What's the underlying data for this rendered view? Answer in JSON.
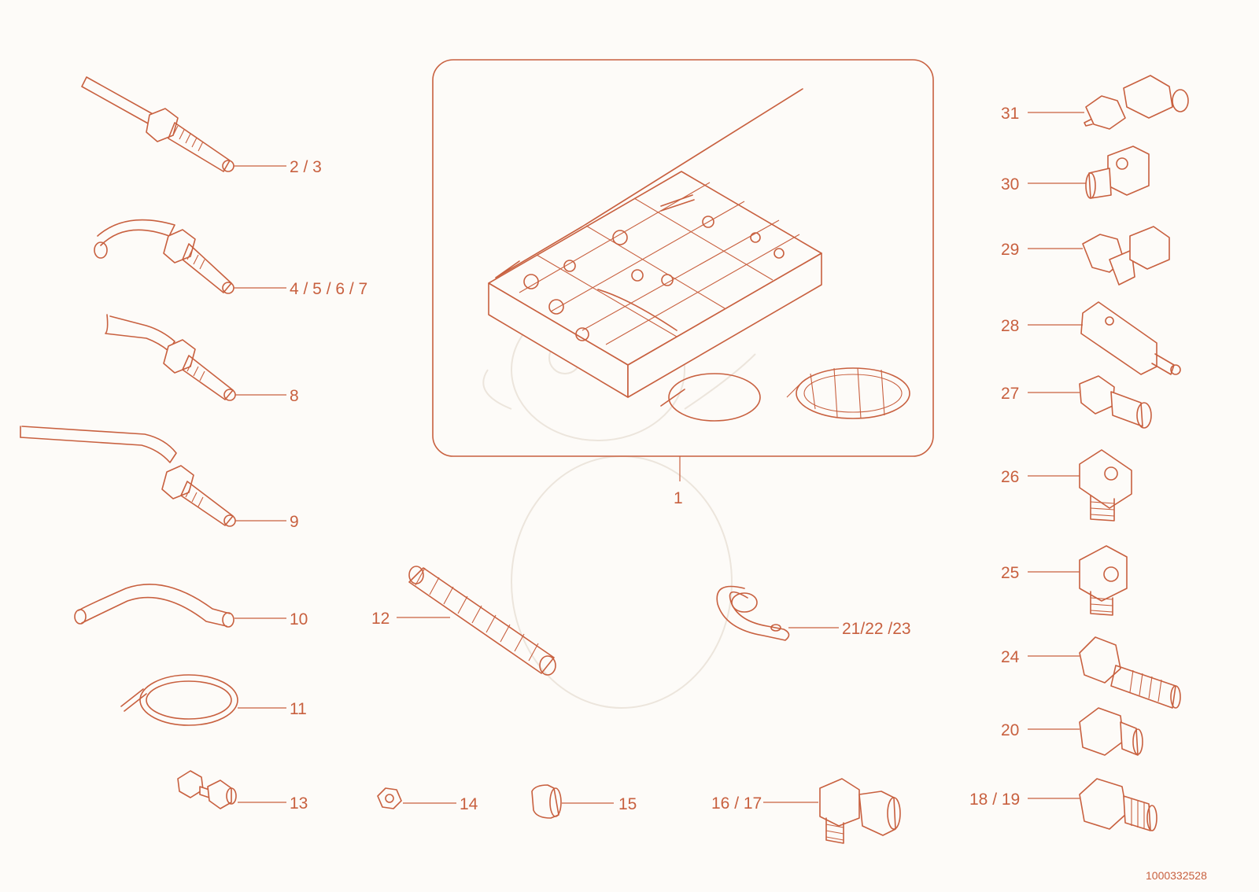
{
  "callouts": {
    "c1": "1",
    "c2_3": "2 / 3",
    "c4_7": "4 / 5 / 6 / 7",
    "c8": "8",
    "c9": "9",
    "c10": "10",
    "c11": "11",
    "c12": "12",
    "c13": "13",
    "c14": "14",
    "c15": "15",
    "c16_17": "16 / 17",
    "c18_19": "18 / 19",
    "c20": "20",
    "c21_23": "21/22 /23",
    "c24": "24",
    "c25": "25",
    "c26": "26",
    "c27": "27",
    "c28": "28",
    "c29": "29",
    "c30": "30",
    "c31": "31"
  },
  "document_id": "1000332528",
  "colors": {
    "line": "#c8603f",
    "background": "#fdfbf8",
    "watermark": "#ece5dc"
  }
}
